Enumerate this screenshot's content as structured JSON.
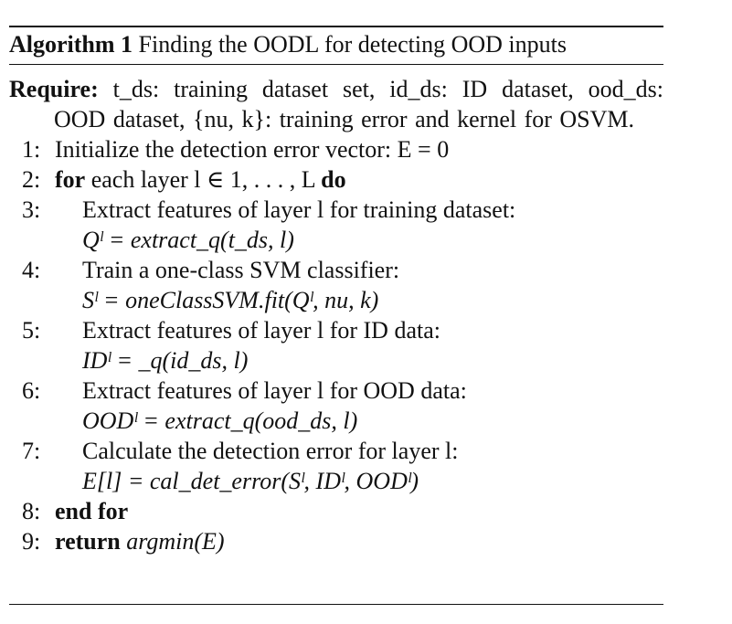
{
  "caption": {
    "label": "Algorithm 1",
    "title": "Finding the OODL for detecting OOD inputs"
  },
  "require": {
    "keyword": "Require:",
    "text": "t_ds: training dataset set, id_ds: ID dataset, ood_ds: OOD dataset, {nu, k}: training error and kernel for OSVM."
  },
  "lines": [
    {
      "n": "1:",
      "text": "Initialize the detection error vector: E = 0"
    },
    {
      "n": "2:",
      "kw_start": "for",
      "text": "each layer l ∈ 1, . . . , L",
      "kw_end": "do"
    },
    {
      "n": "3:",
      "text": "Extract features of layer l for training dataset:"
    },
    {
      "n": "",
      "text": "Qˡ = extract_q(t_ds, l)"
    },
    {
      "n": "4:",
      "text": "Train a one-class SVM classifier:"
    },
    {
      "n": "",
      "text": "Sˡ = oneClassSVM.fit(Qˡ, nu, k)"
    },
    {
      "n": "5:",
      "text": "Extract features of layer l for ID data:"
    },
    {
      "n": "",
      "text": "IDˡ = _q(id_ds, l)"
    },
    {
      "n": "6:",
      "text": "Extract features of layer l for OOD data:"
    },
    {
      "n": "",
      "text": "OODˡ = extract_q(ood_ds, l)"
    },
    {
      "n": "7:",
      "text": "Calculate the detection error for layer l:"
    },
    {
      "n": "",
      "text": "E[l] = cal_det_error(Sˡ, IDˡ, OODˡ)"
    },
    {
      "n": "8:",
      "kw_start": "end for"
    },
    {
      "n": "9:",
      "kw_start": "return",
      "text": "argmin(E)"
    }
  ]
}
